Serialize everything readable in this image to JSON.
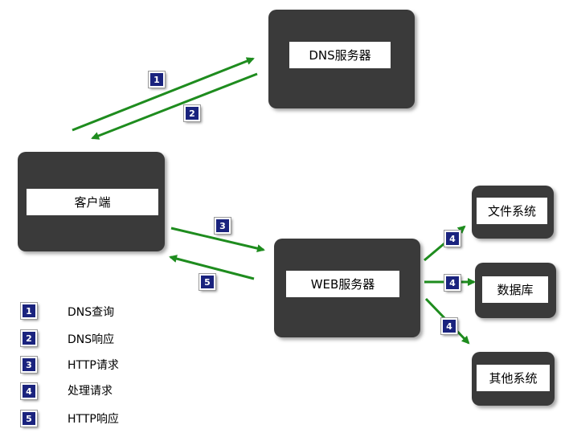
{
  "nodes": {
    "dns_server": "DNS服务器",
    "client": "客户端",
    "web_server": "WEB服务器",
    "file_system": "文件系统",
    "database": "数据库",
    "other_system": "其他系统"
  },
  "badges": {
    "b1": "1",
    "b2": "2",
    "b3": "3",
    "b4a": "4",
    "b4b": "4",
    "b4c": "4",
    "b5": "5"
  },
  "legend": [
    {
      "num": "1",
      "text": "DNS查询"
    },
    {
      "num": "2",
      "text": "DNS响应"
    },
    {
      "num": "3",
      "text": "HTTP请求"
    },
    {
      "num": "4",
      "text": "处理请求"
    },
    {
      "num": "5",
      "text": "HTTP响应"
    }
  ],
  "colors": {
    "arrow": "#1e8c1e",
    "node_fill": "#3a3a3a",
    "badge_fill": "#1a237e"
  }
}
